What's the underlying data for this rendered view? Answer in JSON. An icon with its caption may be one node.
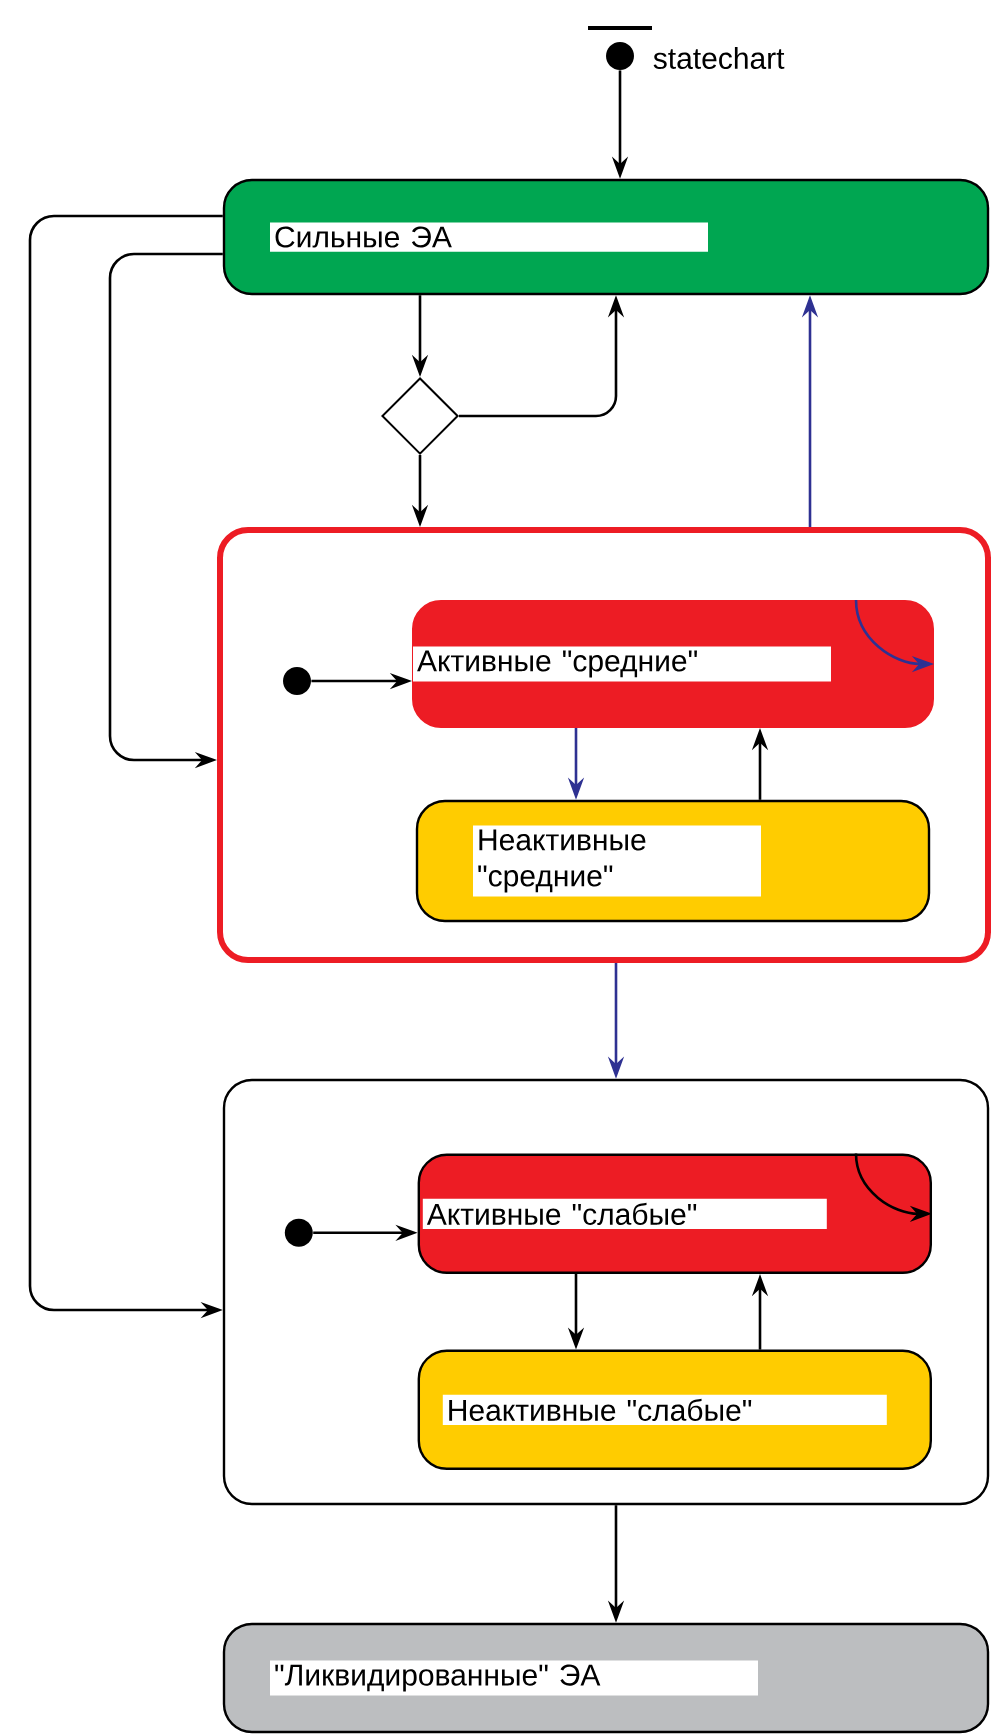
{
  "diagram": {
    "nodes": [
      {
        "text": [],
        "shape": "circle",
        "beside": [
          "statechart"
        ]
      },
      {
        "text": [
          "Сильные ЭА"
        ]
      },
      {
        "text": [],
        "shape": "diamond"
      },
      {
        "text": [],
        "shape": "box"
      },
      {
        "text": [],
        "shape": "circle",
        "in": 3
      },
      {
        "text": [
          "Активные \"средние\""
        ],
        "in": 3
      },
      {
        "text": [
          "Неактивные \"средние\""
        ],
        "in": 3
      },
      {
        "text": [],
        "shape": "box"
      },
      {
        "text": [],
        "shape": "circle",
        "in": 7
      },
      {
        "text": [
          "Активные \"слабые\""
        ],
        "in": 7
      },
      {
        "text": [
          "Неактивные \"слабые\""
        ],
        "in": 7
      },
      {
        "text": [
          "\"Ликвидированные\" ЭА"
        ]
      }
    ],
    "edges": [
      {
        "from": 0,
        "to": 1,
        "arrow": "to"
      },
      {
        "from": 1,
        "to": 2,
        "arrow": "to"
      },
      {
        "from": 2,
        "to": 1,
        "arrow": "to"
      },
      {
        "from": 2,
        "to": 3,
        "arrow": "to"
      },
      {
        "from": 3,
        "to": 1,
        "arrow": "to",
        "color": "#2e3192"
      },
      {
        "from": 1,
        "to": 3,
        "arrow": "to"
      },
      {
        "from": 1,
        "to": 7,
        "arrow": "to"
      },
      {
        "from": 4,
        "to": 5,
        "arrow": "to"
      },
      {
        "from": 5,
        "to": 6,
        "arrow": "to",
        "color": "#2e3192"
      },
      {
        "from": 6,
        "to": 5,
        "arrow": "to"
      },
      {
        "from": 5,
        "to": 5,
        "arrow": "to",
        "color": "#2e3192"
      },
      {
        "from": 3,
        "to": 7,
        "arrow": "to",
        "color": "#2e3192"
      },
      {
        "from": 8,
        "to": 9,
        "arrow": "to"
      },
      {
        "from": 9,
        "to": 10,
        "arrow": "to"
      },
      {
        "from": 10,
        "to": 9,
        "arrow": "to"
      },
      {
        "from": 9,
        "to": 9,
        "arrow": "to"
      },
      {
        "from": 7,
        "to": 11,
        "arrow": "to"
      }
    ]
  }
}
